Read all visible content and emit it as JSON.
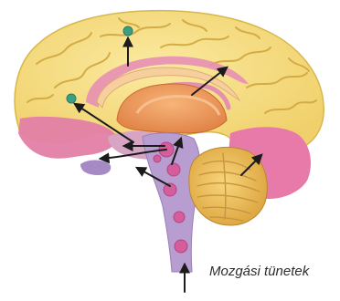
{
  "diagram": {
    "caption": "Mozgási tünetek",
    "colors": {
      "cortex": "#f5df7e",
      "cortex_edge": "#d8b84c",
      "frontal_pink": "#e37fa6",
      "occipital_pink": "#e77aa8",
      "brainstem": "#b89dd0",
      "nucleus": "#d55d9c",
      "nucleus_cluster": "#3c9f83",
      "thalamus": "#ec9a5a",
      "corpus_callosum": "#f7cf9e",
      "cerebellum": "#f1c15a",
      "arrow": "#1b1b1b"
    },
    "icons": [
      "brain-cortex",
      "thalamus",
      "cerebellum",
      "brainstem",
      "projection-arrows"
    ]
  }
}
